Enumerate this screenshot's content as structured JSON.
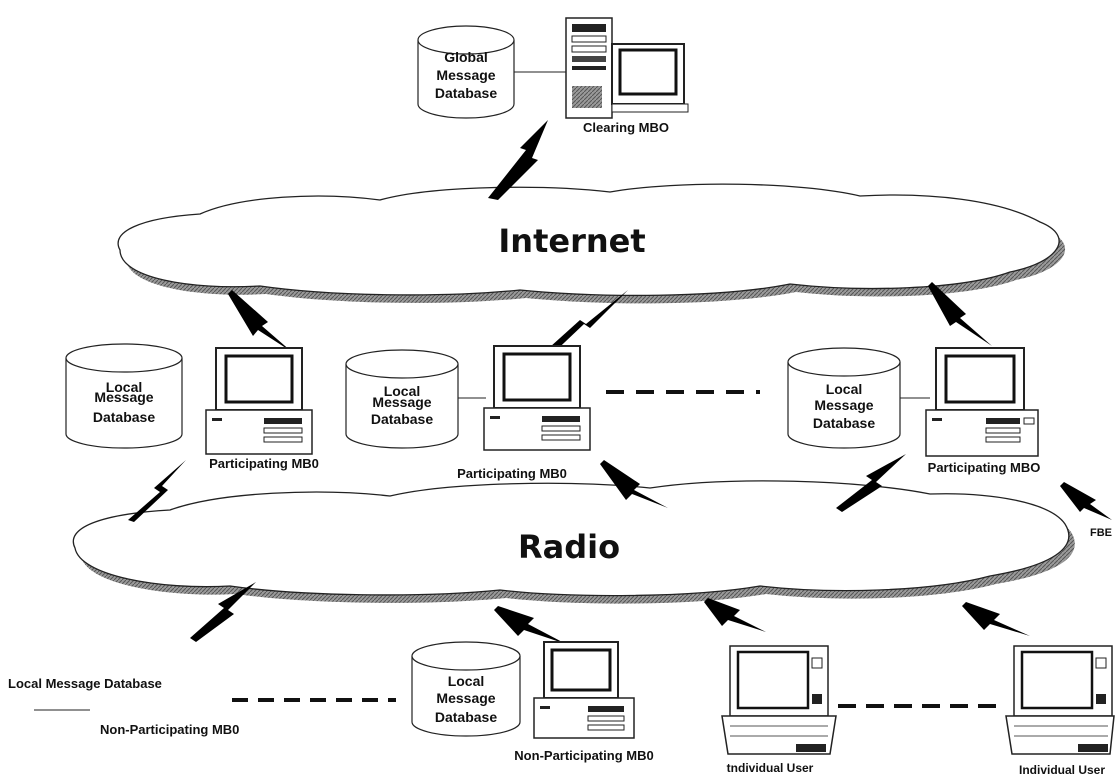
{
  "clouds": {
    "internet": "Internet",
    "radio": "Radio"
  },
  "clearing": {
    "db_line1": "Global",
    "db_line2": "Message",
    "db_line3": "Database",
    "label": "Clearing MBO"
  },
  "participating": [
    {
      "db_line1": "Local",
      "db_line2": "Message",
      "db_line3": "Database",
      "label": "Participating MB0"
    },
    {
      "db_line1": "Local",
      "db_line2": "Message",
      "db_line3": "Database",
      "label": "Participating MB0"
    },
    {
      "db_line1": "Local",
      "db_line2": "Message",
      "db_line3": "Database",
      "label": "Participating MBO"
    }
  ],
  "fbe_label": "FBE",
  "non_participating": {
    "db_line1": "Local",
    "db_line2": "Message",
    "db_line3": "Database",
    "label": "Non-Participating MB0"
  },
  "legend": {
    "db_label": "Local Message Database",
    "mbo_label": "Non-Participating MB0"
  },
  "users": [
    {
      "label": "tndividual User"
    },
    {
      "label": "Individual User"
    }
  ]
}
